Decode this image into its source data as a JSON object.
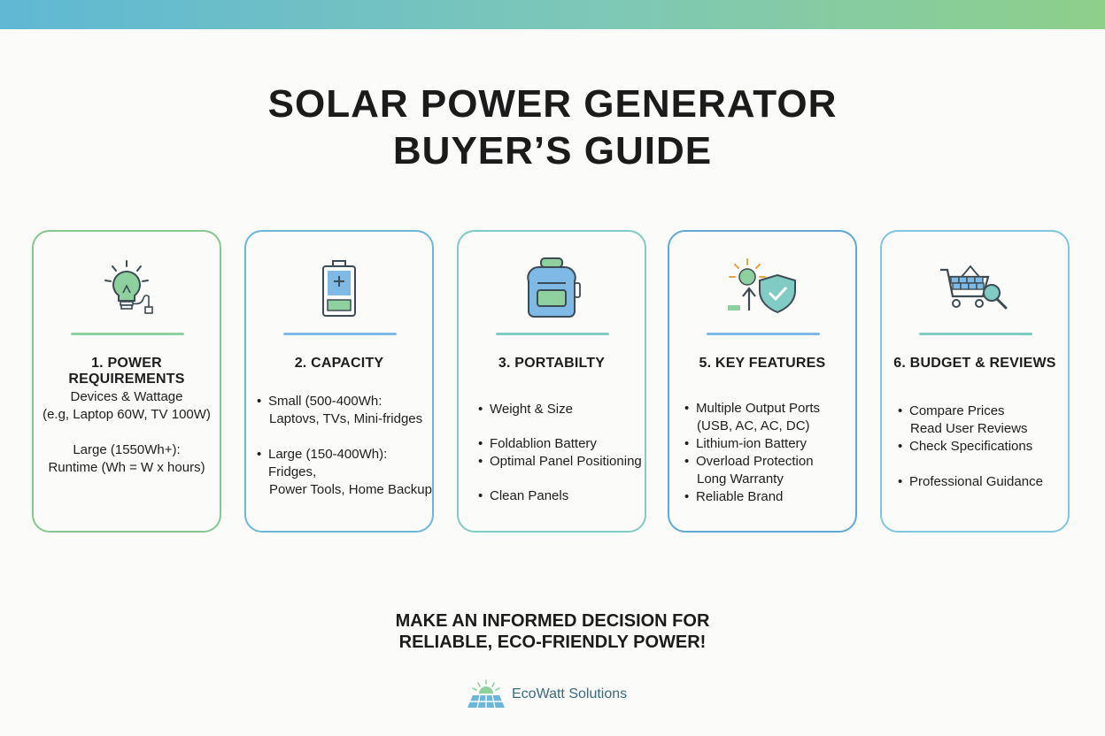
{
  "title": {
    "line1": "SOLAR POWER GENERATOR",
    "line2": "BUYER’S GUIDE"
  },
  "cards": [
    {
      "heading": "1. POWER REQUIREMENTS",
      "icon": "lightbulb-icon",
      "lines": [
        "Devices & Wattage",
        "(e.g, Laptop 60W, TV 100W)",
        "Large (1550Wh+):",
        "Runtime (Wh = W x hours)"
      ]
    },
    {
      "heading": "2. CAPACITY",
      "icon": "battery-icon",
      "items": [
        {
          "l1": "Small (500-400Wh:",
          "l2": "Laptovs, TVs, Mini-fridges"
        },
        {
          "l1": "Large (150-400Wh): Fridges,",
          "l2": "Power Tools, Home Backup"
        }
      ]
    },
    {
      "heading": "3. PORTABILTY",
      "icon": "backpack-icon",
      "items": [
        "Weight & Size",
        "Foldablion Battery",
        "Optimal Panel Positioning",
        "Clean Panels"
      ]
    },
    {
      "heading": "5. KEY FEATURES",
      "icon": "sun-shield-icon",
      "items": [
        "Multiple Output Ports",
        "(USB, AC, AC, DC)",
        "Lithium-ion Battery",
        "Overload Protection",
        "Long Warranty",
        "Reliable Brand"
      ]
    },
    {
      "heading": "6. BUDGET & REVIEWS",
      "icon": "cart-search-icon",
      "items": [
        "Compare Prices",
        "Read User Reviews",
        "Check Specifications",
        "Professional Guidance"
      ]
    }
  ],
  "closing": {
    "line1": "MAKE AN INFORMED DECISION FOR",
    "line2": "RELIABLE, ECO-FRIENDLY POWER!"
  },
  "brand": {
    "name": "EcoWatt Solutions",
    "icon": "solar-panel-sun-icon"
  },
  "colors": {
    "green": "#7cc38c",
    "blue": "#6cb6d8",
    "teal": "#80cbc4",
    "accent_green": "#8fd19e",
    "accent_blue": "#7fb9e6"
  }
}
